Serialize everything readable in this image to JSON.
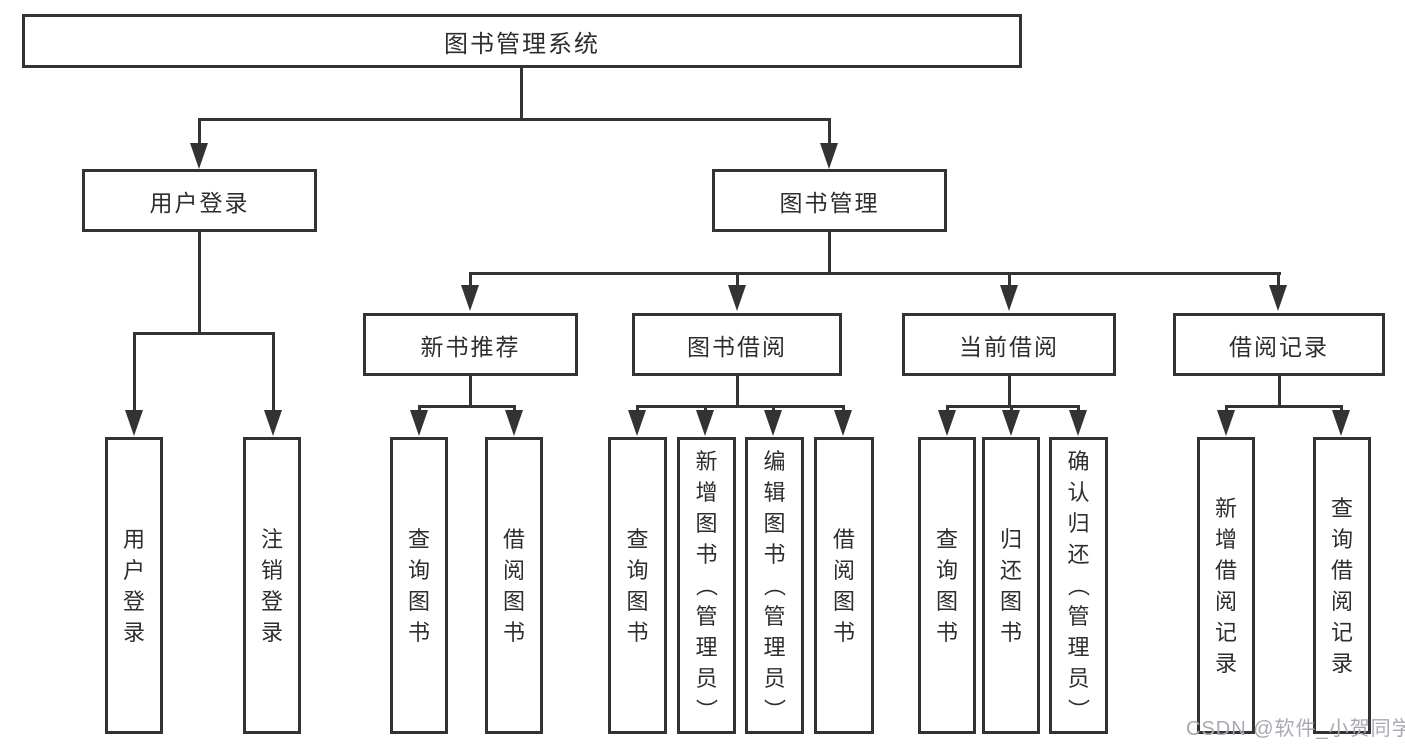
{
  "tree": {
    "label": "图书管理系统",
    "children": [
      {
        "label": "用户登录",
        "children": [
          {
            "label": "用户登录"
          },
          {
            "label": "注销登录"
          }
        ]
      },
      {
        "label": "图书管理",
        "children": [
          {
            "label": "新书推荐",
            "children": [
              {
                "label": "查询图书"
              },
              {
                "label": "借阅图书"
              }
            ]
          },
          {
            "label": "图书借阅",
            "children": [
              {
                "label": "查询图书"
              },
              {
                "label": "新增图书（管理员）"
              },
              {
                "label": "编辑图书（管理员）"
              },
              {
                "label": "借阅图书"
              }
            ]
          },
          {
            "label": "当前借阅",
            "children": [
              {
                "label": "查询图书"
              },
              {
                "label": "归还图书"
              },
              {
                "label": "确认归还（管理员）"
              }
            ]
          },
          {
            "label": "借阅记录",
            "children": [
              {
                "label": "新增借阅记录"
              },
              {
                "label": "查询借阅记录"
              }
            ]
          }
        ]
      }
    ]
  },
  "watermark": {
    "text": "CSDN @软件_小贺同学"
  },
  "colors": {
    "line": "#333333",
    "text": "#2e2e2e",
    "watermark": "#a9a9b1",
    "background": "#ffffff"
  }
}
